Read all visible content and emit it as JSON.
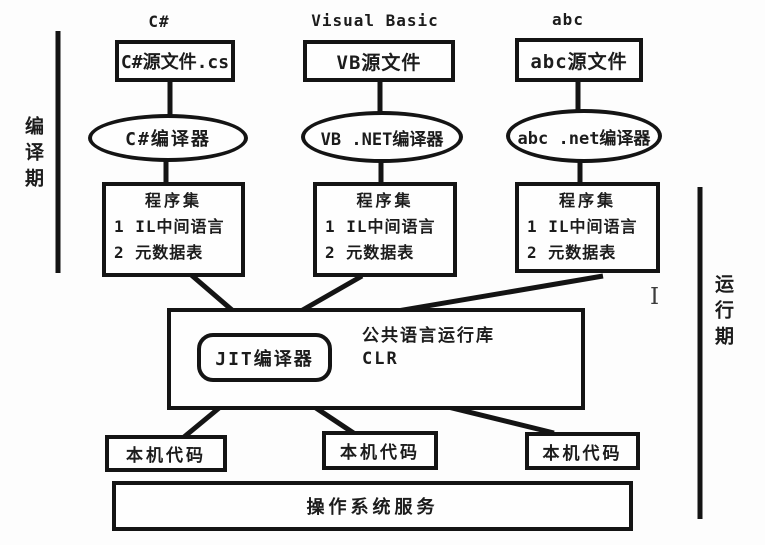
{
  "diagram": {
    "stage_left_label": "编译期",
    "stage_right_label": "运行期",
    "columns": [
      {
        "language": "C#",
        "source_file": "C#源文件.cs",
        "compiler": "C#编译器"
      },
      {
        "language": "Visual Basic",
        "source_file": "VB源文件",
        "compiler": "VB .NET编译器"
      },
      {
        "language": "abc",
        "source_file": "abc源文件",
        "compiler": "abc .net编译器"
      }
    ],
    "assembly": {
      "title": "程序集",
      "item_il": "1 IL中间语言",
      "item_meta": "2 元数据表"
    },
    "clr": {
      "jit_label": "JIT编译器",
      "runtime_name": "公共语言运行库",
      "runtime_abbr": "CLR"
    },
    "native_code_label": "本机代码",
    "os_services_label": "操作系统服务",
    "cursor_glyph": "I"
  },
  "colors": {
    "stroke": "#141414",
    "text": "#1c1c1c",
    "background": "#fdfdfd"
  }
}
